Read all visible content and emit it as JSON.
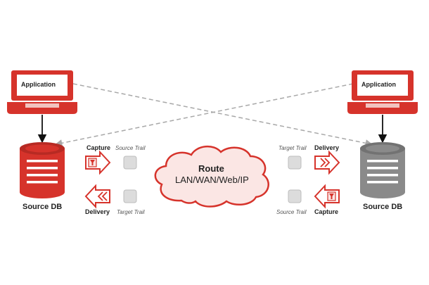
{
  "colors": {
    "red": "#d6332b",
    "dark_red": "#b72a23",
    "gray_db": "#8a8a8a",
    "trail_fill": "#dcdcdc",
    "dash_line": "#a8a8a8",
    "cloud_fill": "#fbe6e4"
  },
  "left": {
    "application_label": "Application",
    "db_label": "Source DB",
    "capture_label": "Capture",
    "source_trail_label": "Source Trail",
    "delivery_label": "Delivery",
    "target_trail_label": "Target Trail"
  },
  "right": {
    "application_label": "Application",
    "db_label": "Source DB",
    "target_trail_label": "Target Trail",
    "delivery_label": "Delivery",
    "source_trail_label": "Source Trail",
    "capture_label": "Capture"
  },
  "cloud": {
    "title": "Route",
    "subtitle": "LAN/WAN/Web/IP"
  },
  "icons": [
    "laptop-icon",
    "database-icon",
    "capture-icon",
    "delivery-icon",
    "trail-icon",
    "cloud-icon"
  ]
}
